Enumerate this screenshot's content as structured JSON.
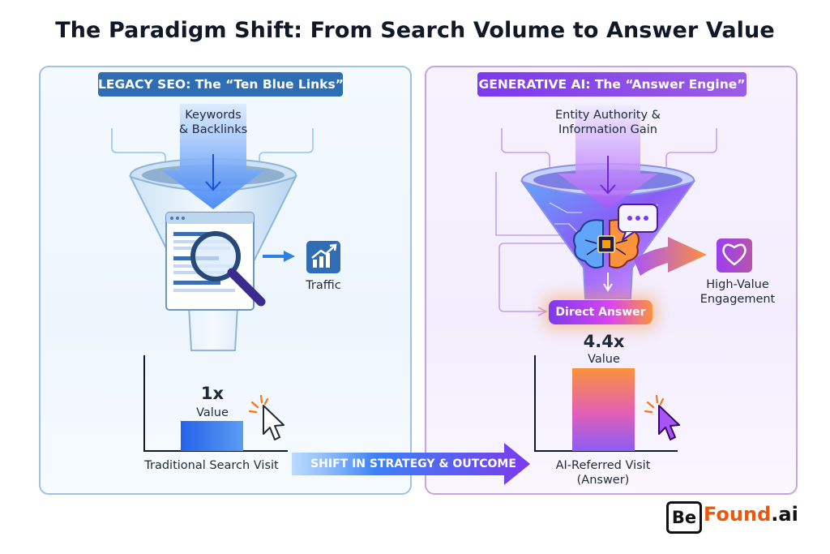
{
  "title": "The Paradigm Shift: From Search Volume to Answer Value",
  "left_panel": {
    "header": "LEGACY SEO: The “Ten Blue Links”",
    "input_label_line1": "Keywords",
    "input_label_line2": "& Backlinks",
    "output_label": "Traffic",
    "bar_value": "1x",
    "bar_value_caption": "Value",
    "bar_label": "Traditional Search Visit"
  },
  "right_panel": {
    "header": "GENERATIVE AI: The “Answer Engine”",
    "input_label_line1": "Entity Authority &",
    "input_label_line2": "Information Gain",
    "direct_answer": "Direct Answer",
    "output_label_line1": "High-Value",
    "output_label_line2": "Engagement",
    "bar_value": "4.4x",
    "bar_value_caption": "Value",
    "bar_label_line1": "AI-Referred Visit",
    "bar_label_line2": "(Answer)"
  },
  "shift_arrow_label": "SHIFT IN STRATEGY & OUTCOME",
  "brand": {
    "be": "Be",
    "found": "Found",
    "ai": ".ai"
  },
  "comparison": {
    "left_value": 1,
    "right_value": 4.4
  },
  "colors": {
    "legacy_blue": "#2f6db5",
    "ai_purple": "#7c3aed",
    "ai_orange": "#fb923c"
  },
  "icons": [
    "magnifier-icon",
    "trend-up-icon",
    "cursor-click-icon",
    "brain-chip-icon",
    "chat-bubble-icon",
    "heart-icon",
    "browser-window-icon"
  ]
}
